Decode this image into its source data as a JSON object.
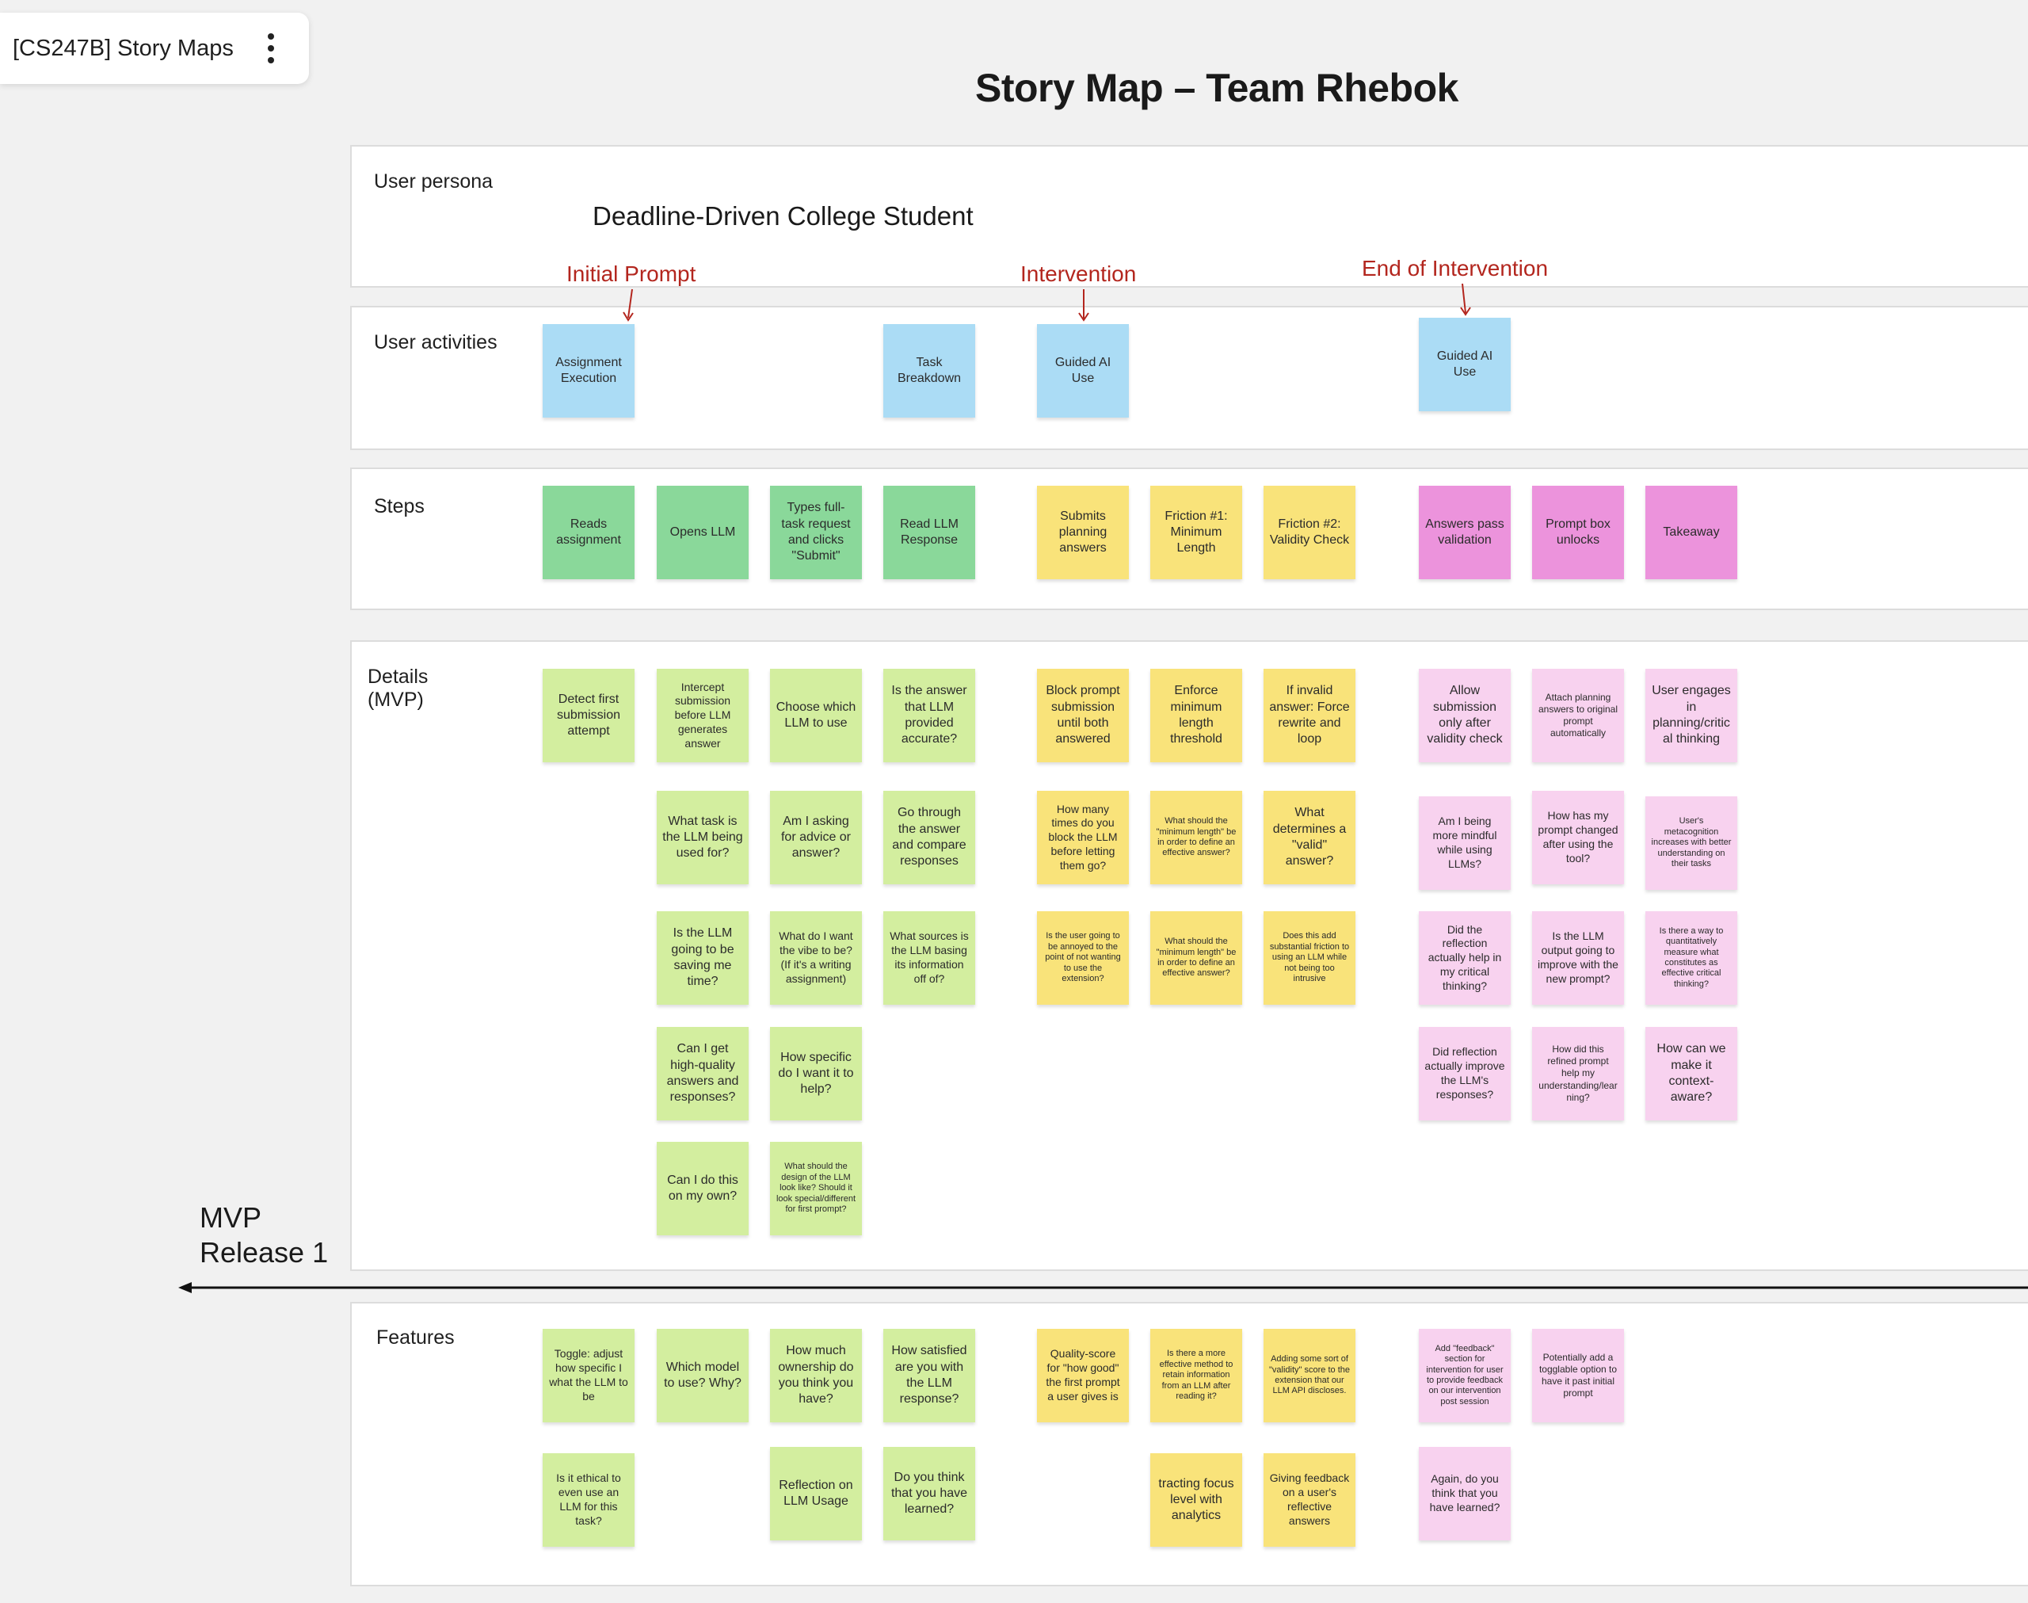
{
  "board": {
    "name": "[CS247B] Story Maps",
    "more_icon": "vertical-dots-icon"
  },
  "title": "Story Map – Team Rhebok",
  "rows": {
    "persona": "User persona",
    "activities": "User activities",
    "steps": "Steps",
    "details": "Details\n(MVP)",
    "features": "Features"
  },
  "persona_name": "Deadline-Driven College Student",
  "markers": {
    "initial": "Initial Prompt",
    "intervention": "Intervention",
    "end": "End of Intervention"
  },
  "release": "MVP\nRelease 1",
  "activities": [
    "Assignment Execution",
    "Task Breakdown",
    "Guided AI Use",
    "Guided AI Use"
  ],
  "steps": [
    "Reads assignment",
    "Opens LLM",
    "Types full-task request and clicks \"Submit\"",
    "Read LLM Response",
    "Submits planning answers",
    "Friction #1: Minimum Length",
    "Friction #2: Validity Check",
    "Answers pass validation",
    "Prompt box unlocks",
    "Takeaway"
  ],
  "details": [
    "Detect first submission attempt",
    "Intercept submission before LLM generates answer",
    "Choose which LLM to use",
    "Is the answer that LLM provided accurate?",
    "Block prompt submission until both answered",
    "Enforce minimum length threshold",
    "If invalid answer: Force rewrite and loop",
    "Allow submission only after validity check",
    "Attach planning answers to original prompt automatically",
    "User engages in planning/critical thinking",
    "What task is the LLM being used for?",
    "Am I asking for advice or answer?",
    "Go through the answer and compare responses",
    "How many times do you block the LLM before letting them go?",
    "What should the \"minimum length\" be in order to define an effective answer?",
    "What determines a \"valid\" answer?",
    "Am I being more mindful while using LLMs?",
    "How has my prompt changed after using the tool?",
    "User's metacognition increases with better understanding on their tasks",
    "Is the LLM going to be saving me time?",
    "What do I want the vibe to be? (If it's a writing assignment)",
    "What sources is the LLM basing its information off of?",
    "Is the user going to be annoyed to the point of not wanting to use the extension?",
    "What should the \"minimum length\" be in order to define an effective answer?",
    "Does this add substantial friction to using an LLM while not being too intrusive",
    "Did the reflection actually help in my critical thinking?",
    "Is the LLM output going to improve with the new prompt?",
    "Is there a way to quantitatively measure what constitutes as effective critical thinking?",
    "Can I get high-quality answers and responses?",
    "How specific do I want it to help?",
    "Did reflection actually improve the LLM's responses?",
    "How did this refined prompt help my understanding/learning?",
    "How can we make it context-aware?",
    "Can I do this on my own?",
    "What should the design of the LLM look like? Should it look special/different for first prompt?"
  ],
  "features": [
    "Toggle: adjust how specific I what the LLM to be",
    "Which model to use? Why?",
    "How much ownership do you think you have?",
    "How satisfied are you with the LLM response?",
    "Quality-score for \"how good\" the first prompt a user gives is",
    "Is there a more effective method to retain information from an LLM after reading it?",
    "Adding some sort of \"validity\" score to the extension that our LLM API discloses.",
    "Add \"feedback\" section for intervention for user to provide feedback on our intervention post session",
    "Potentially add a togglable option to have it past initial prompt",
    "Is it ethical to even use an LLM for this task?",
    "Reflection on LLM Usage",
    "Do you think that you have learned?",
    "tracting focus level with analytics",
    "Giving feedback on a user's reflective answers",
    "Again, do you think that you have learned?"
  ]
}
